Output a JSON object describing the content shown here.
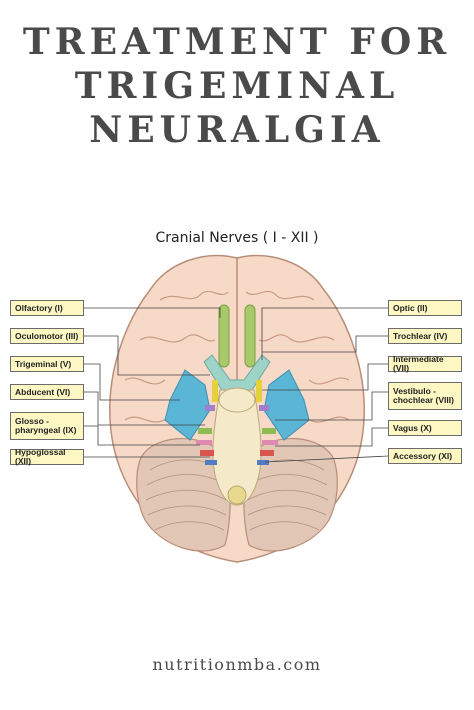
{
  "title_lines": [
    "TREATMENT FOR",
    "TRIGEMINAL",
    "NEURALGIA"
  ],
  "diagram_title": "Cranial Nerves ( I - XII )",
  "left_labels": [
    "Olfactory (I)",
    "Oculomotor (III)",
    "Trigeminal (V)",
    "Abducent (VI)",
    "Glosso -\npharyngeal (IX)",
    "Hypoglossal (XII)"
  ],
  "right_labels": [
    "Optic (II)",
    "Trochlear (IV)",
    "Intermediate (VII)",
    "Vestibulo -\nchochlear (VIII)",
    "Vagus (X)",
    "Accessory (XI)"
  ],
  "footer": "nutritionmba.com",
  "colors": {
    "title": "#4a4a4a",
    "brain": "#f6d9c7",
    "brain_outline": "#b98e78",
    "label_bg": "#fdf7c3",
    "olfactory": "#a8c86a",
    "optic": "#9ed3c8",
    "trigeminal": "#5bb6d6",
    "brainstem": "#f4e9c8"
  }
}
